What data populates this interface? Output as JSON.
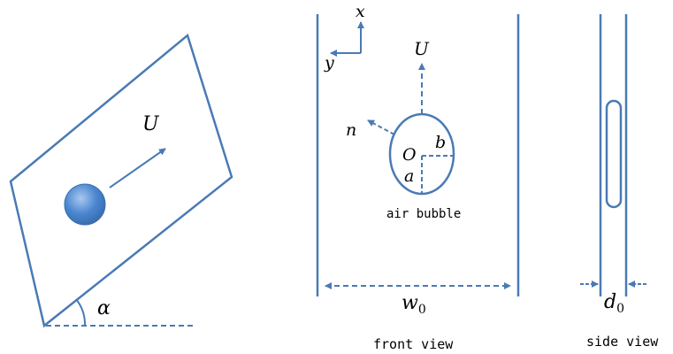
{
  "colors": {
    "stroke": "#4a7ab5",
    "bubble_fill": "#4a86d0",
    "bubble_light": "#a9c8ee",
    "text": "#000000"
  },
  "left_panel": {
    "velocity_label": "U",
    "angle_label": "α"
  },
  "front_view": {
    "x_axis_label": "x",
    "y_axis_label": "y",
    "velocity_label": "U",
    "normal_label": "n",
    "center_label": "O",
    "semi_axis_b_label": "b",
    "semi_axis_a_label": "a",
    "bubble_caption": "air bubble",
    "width_label": "w",
    "width_subscript": "0",
    "view_caption": "front view"
  },
  "side_view": {
    "gap_label": "d",
    "gap_subscript": "0",
    "view_caption": "side view"
  }
}
